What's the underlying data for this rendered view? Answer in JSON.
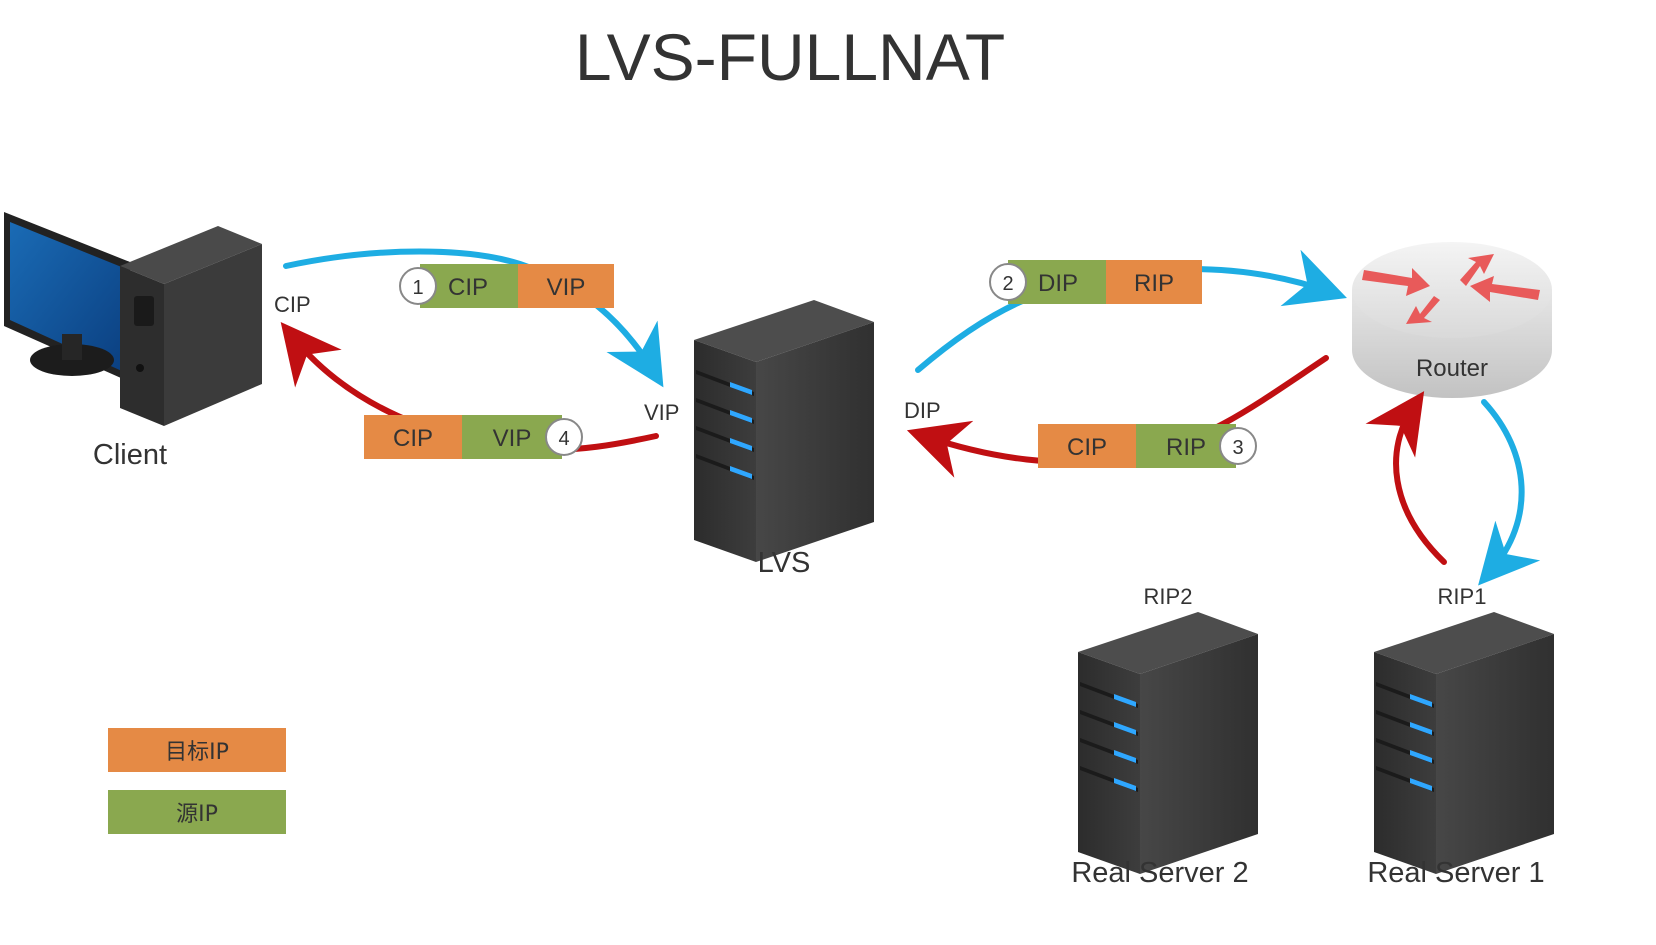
{
  "title": "LVS-FULLNAT",
  "colors": {
    "dest_ip": "#E58A45",
    "src_ip": "#8AA84F",
    "request_arrow": "#1EADE3",
    "response_arrow": "#C00F12",
    "server_body": "#3a3a3a",
    "server_led": "#2fa7ff"
  },
  "nodes": {
    "client": "Client",
    "lvs": "LVS",
    "router": "Router",
    "real_server_2": "Real Server 2",
    "real_server_1": "Real Server 1"
  },
  "interface_labels": {
    "cip": "CIP",
    "vip": "VIP",
    "dip": "DIP",
    "rip2": "RIP2",
    "rip1": "RIP1"
  },
  "packets": [
    {
      "step": "1",
      "src": "CIP",
      "dst": "VIP",
      "direction": "request"
    },
    {
      "step": "2",
      "src": "DIP",
      "dst": "RIP",
      "direction": "request"
    },
    {
      "step": "3",
      "src": "RIP",
      "dst": "CIP",
      "direction": "response"
    },
    {
      "step": "4",
      "src": "VIP",
      "dst": "CIP",
      "direction": "response"
    }
  ],
  "legend": {
    "dest_ip": "目标IP",
    "src_ip": "源IP"
  },
  "icons": [
    "desktop-computer-icon",
    "server-icon",
    "router-icon"
  ]
}
